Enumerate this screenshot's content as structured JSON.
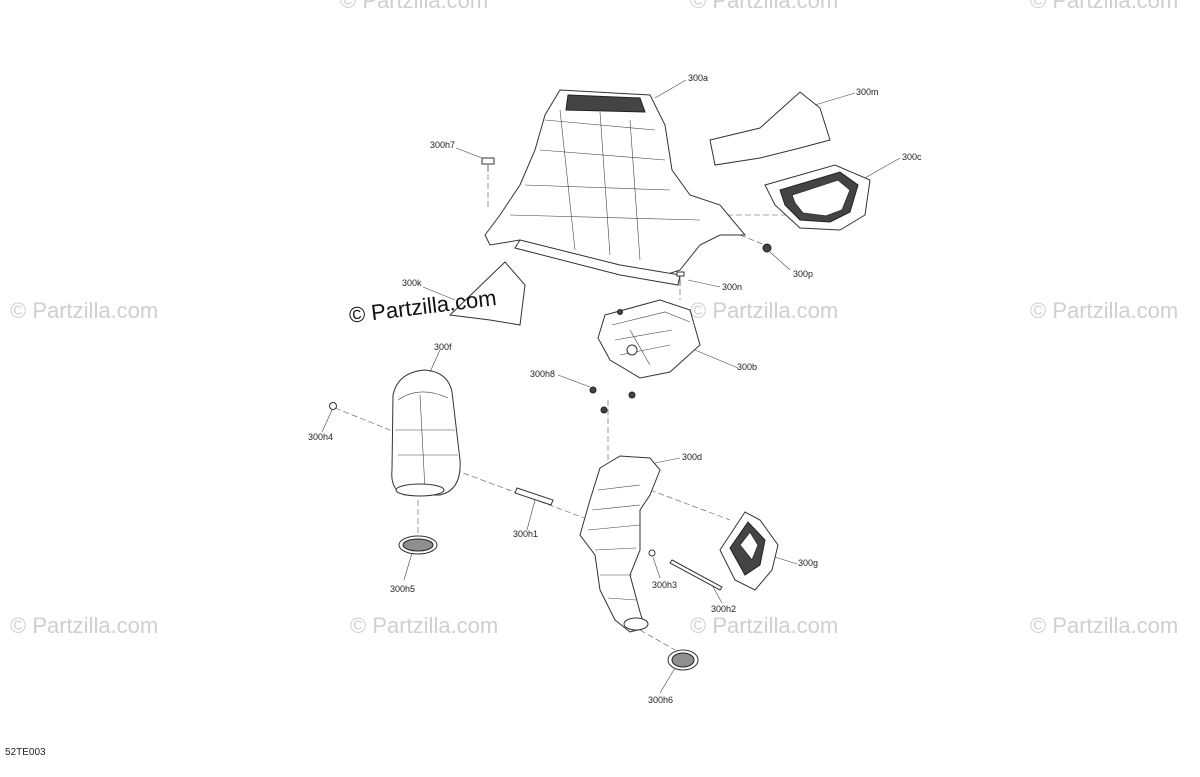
{
  "watermark": {
    "main": "© Partzilla.com",
    "faint": "© Partzilla.com"
  },
  "diagram_code": "52TE003",
  "callouts": {
    "p300a": "300a",
    "p300m": "300m",
    "p300c": "300c",
    "p300h7": "300h7",
    "p300p": "300p",
    "p300n": "300n",
    "p300k": "300k",
    "p300f": "300f",
    "p300h8": "300h8",
    "p300b": "300b",
    "p300h4": "300h4",
    "p300d": "300d",
    "p300h1": "300h1",
    "p300g": "300g",
    "p300h3": "300h3",
    "p300h2": "300h2",
    "p300h5": "300h5",
    "p300h6": "300h6"
  }
}
